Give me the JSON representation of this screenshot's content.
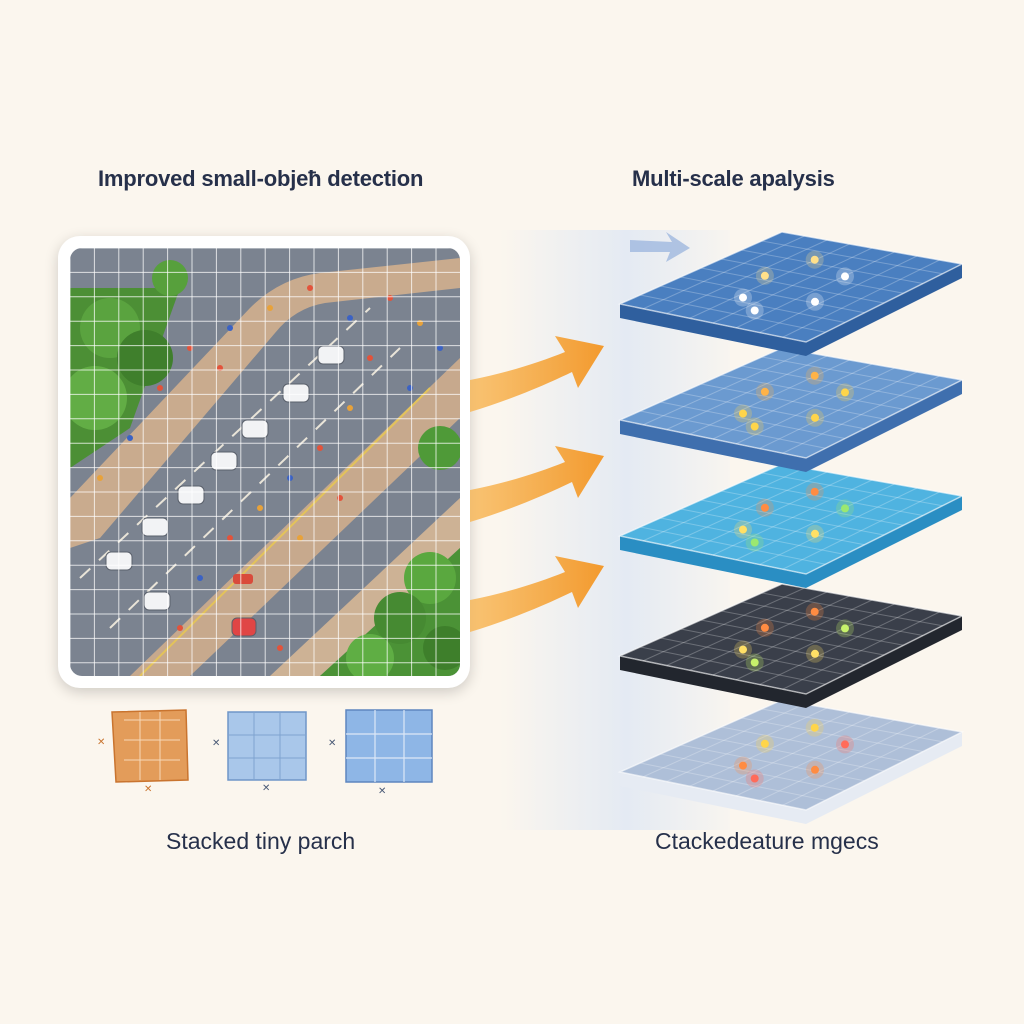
{
  "titles": {
    "left": "Improved small-objeħ detection",
    "right": "Multi-scale apalysis"
  },
  "captions": {
    "left": "Stacked tiny parch",
    "right": "Ctackedeature mgecs"
  },
  "colors": {
    "background": "#fbf6ee",
    "arrow": "#f5a23a",
    "road": "#6f7683",
    "sidewalk": "#c9a98c",
    "trees": "#4e9a3a",
    "layer_blue": "#4a7fc0",
    "layer_sky": "#4fb3e0",
    "layer_dark": "#3a3f4a",
    "layer_light": "#eef1f6"
  },
  "icons": {
    "arrows": "arrow-right-icon",
    "thumbnails": "grid-patch-icon"
  }
}
